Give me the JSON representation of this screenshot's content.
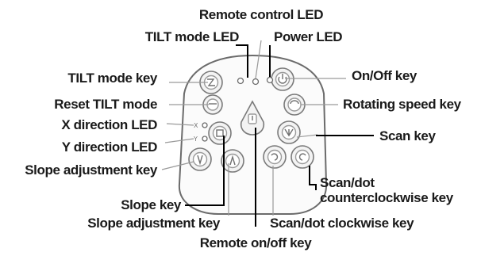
{
  "labels": {
    "remote_control_led": "Remote control LED",
    "tilt_mode_led": "TILT mode LED",
    "power_led": "Power LED",
    "tilt_mode_key": "TILT mode key",
    "on_off_key": "On/Off key",
    "reset_tilt_mode": "Reset TILT mode",
    "rotating_speed_key": "Rotating speed key",
    "x_direction_led": "X direction LED",
    "y_direction_led": "Y direction LED",
    "scan_key": "Scan key",
    "slope_adjustment_key_left": "Slope adjustment key",
    "slope_key": "Slope key",
    "slope_adjustment_key_bottom": "Slope adjustment key",
    "scan_dot_counterclockwise_line1": "Scan/dot",
    "scan_dot_counterclockwise_line2": "counterclockwise key",
    "scan_dot_clockwise_key": "Scan/dot clockwise key",
    "remote_on_off_key": "Remote on/off key"
  },
  "panel_marks": {
    "x_mark": "X",
    "y_mark": "Y"
  },
  "colors": {
    "text": "#1a1a1a",
    "leader_dark": "#000000",
    "leader_light": "#9a9a9a",
    "panel_outline": "#6b6b6b"
  }
}
